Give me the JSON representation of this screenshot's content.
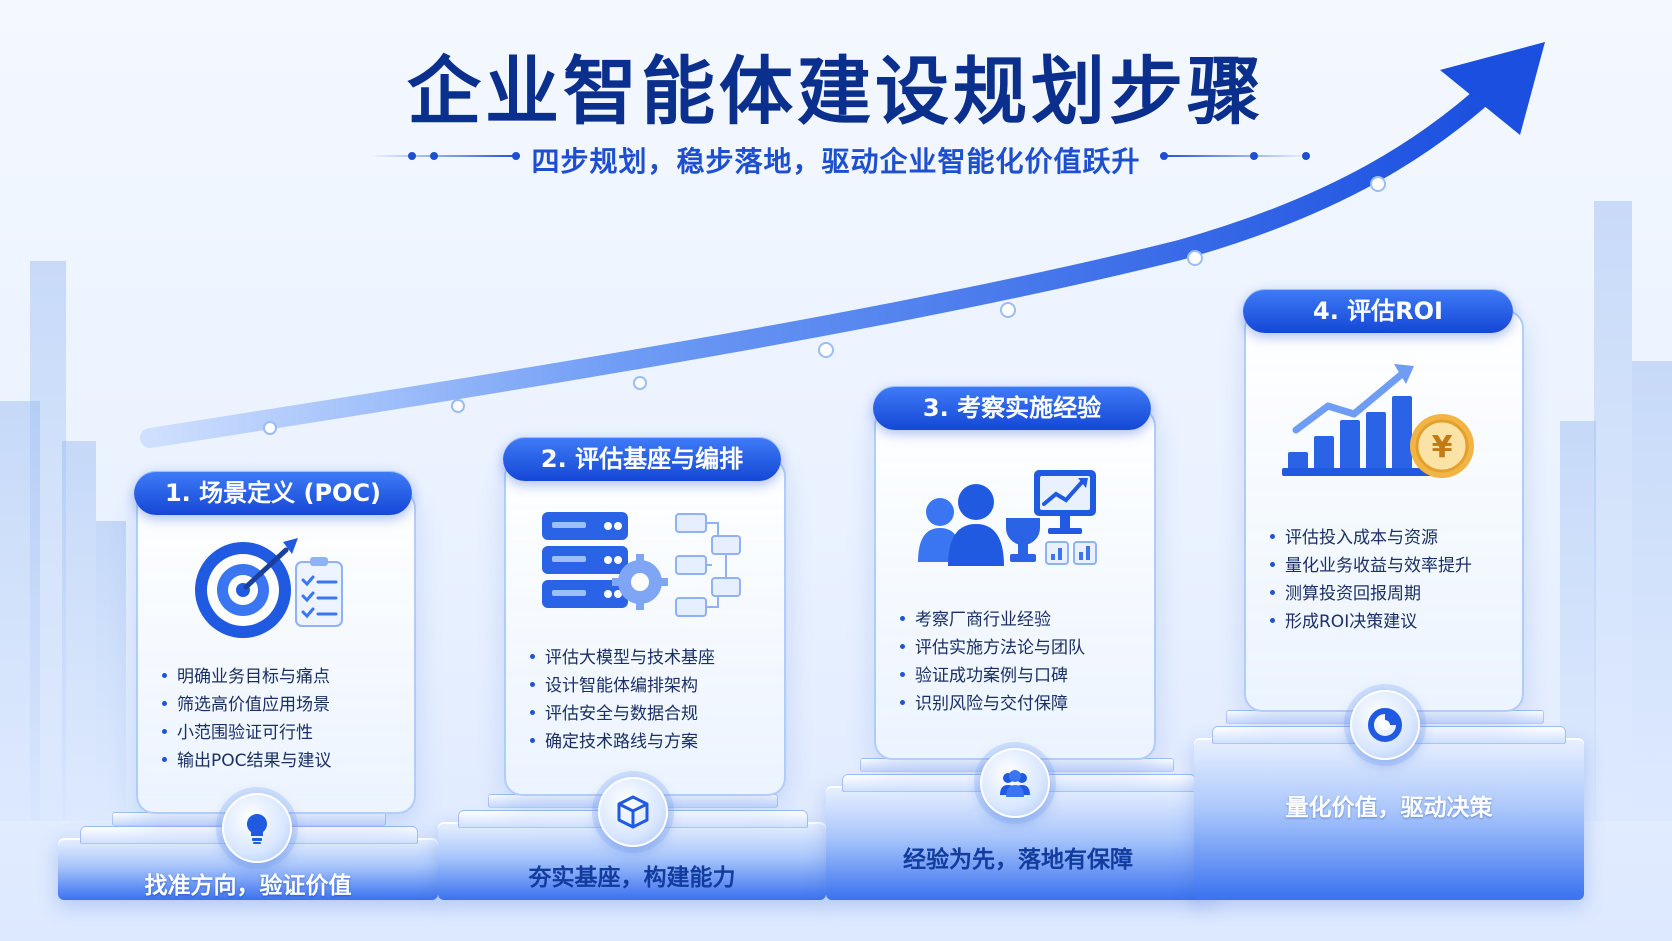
{
  "header": {
    "title": "企业智能体建设规划步骤",
    "subtitle": "四步规划，稳步落地，驱动企业智能化价值跃升"
  },
  "steps": [
    {
      "label": "1. 场景定义 (POC)",
      "bullets": [
        "明确业务目标与痛点",
        "筛选高价值应用场景",
        "小范围验证可行性",
        "输出POC结果与建议"
      ],
      "slogan": "找准方向，验证价值",
      "icon": "target-icon",
      "base_icon": "lightbulb-icon"
    },
    {
      "label": "2. 评估基座与编排",
      "bullets": [
        "评估大模型与技术基座",
        "设计智能体编排架构",
        "评估安全与数据合规",
        "确定技术路线与方案"
      ],
      "slogan": "夯实基座，构建能力",
      "icon": "server-icon",
      "base_icon": "cube-icon"
    },
    {
      "label": "3. 考察实施经验",
      "bullets": [
        "考察厂商行业经验",
        "评估实施方法论与团队",
        "验证成功案例与口碑",
        "识别风险与交付保障"
      ],
      "slogan": "经验为先，落地有保障",
      "icon": "team-trophy-icon",
      "base_icon": "users-icon"
    },
    {
      "label": "4. 评估ROI",
      "bullets": [
        "评估投入成本与资源",
        "量化业务收益与效率提升",
        "测算投资回报周期",
        "形成ROI决策建议"
      ],
      "slogan": "量化价值，驱动决策",
      "icon": "growth-chart-icon",
      "base_icon": "pie-chart-icon",
      "coin_symbol": "¥"
    }
  ],
  "colors": {
    "primary": "#1547d6",
    "title": "#0b2f8c",
    "accent": "#3f7cf7",
    "coin": "#f2b544"
  }
}
